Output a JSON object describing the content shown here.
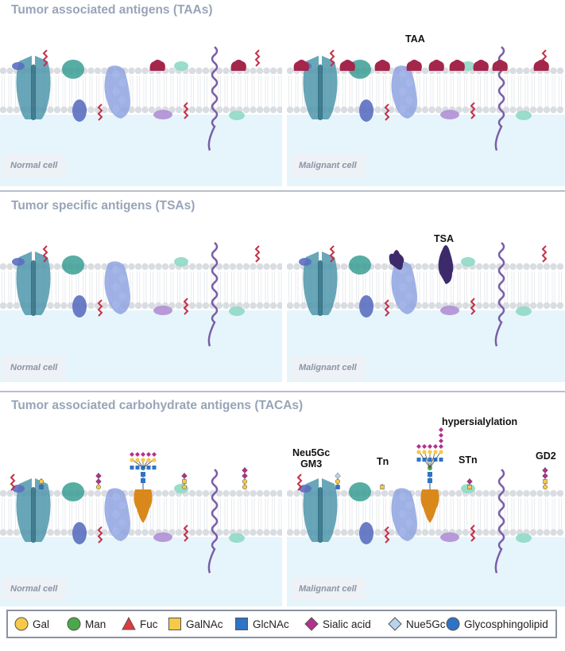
{
  "sections": [
    {
      "title": "Tumor associated antigens (TAAs)",
      "normal_label": "Normal cell",
      "malignant_label": "Malignant cell",
      "annotation": "TAA"
    },
    {
      "title": "Tumor specific antigens (TSAs)",
      "normal_label": "Normal cell",
      "malignant_label": "Malignant cell",
      "annotation": "TSA"
    },
    {
      "title": "Tumor associated carbohydrate antigens (TACAs)",
      "normal_label": "Normal cell",
      "malignant_label": "Malignant cell",
      "annotations": {
        "neu5gc": "Neu5Gc",
        "gm3": "GM3",
        "tn": "Tn",
        "hypersialylation": "hypersialylation",
        "stn": "STn",
        "gd2": "GD2"
      }
    }
  ],
  "legend": [
    {
      "label": "Gal",
      "shape": "circle",
      "color": "#f7c948"
    },
    {
      "label": "Man",
      "shape": "circle",
      "color": "#4aa84a"
    },
    {
      "label": "Fuc",
      "shape": "triangle",
      "color": "#e03a3a"
    },
    {
      "label": "GalNAc",
      "shape": "square",
      "color": "#f7c948"
    },
    {
      "label": "GlcNAc",
      "shape": "square",
      "color": "#2f73c4"
    },
    {
      "label": "Sialic acid",
      "shape": "diamond",
      "color": "#b2318d"
    },
    {
      "label": "Nue5Gc",
      "shape": "diamond",
      "color": "#b7d3f0"
    },
    {
      "label": "Glycosphingolipid",
      "shape": "circle",
      "color": "#2f73c4"
    }
  ],
  "colors": {
    "title": "#98a4b8",
    "channel": "#4f96ab",
    "transporter": "#8fa3e0",
    "taa": "#a4264a",
    "tsa": "#3d2a6b",
    "glycoprotein": "#d9891c",
    "receptor": "#7a5ea8",
    "lipid_head": "#d9dde2",
    "cytoplasm": "#e6f5fb"
  }
}
